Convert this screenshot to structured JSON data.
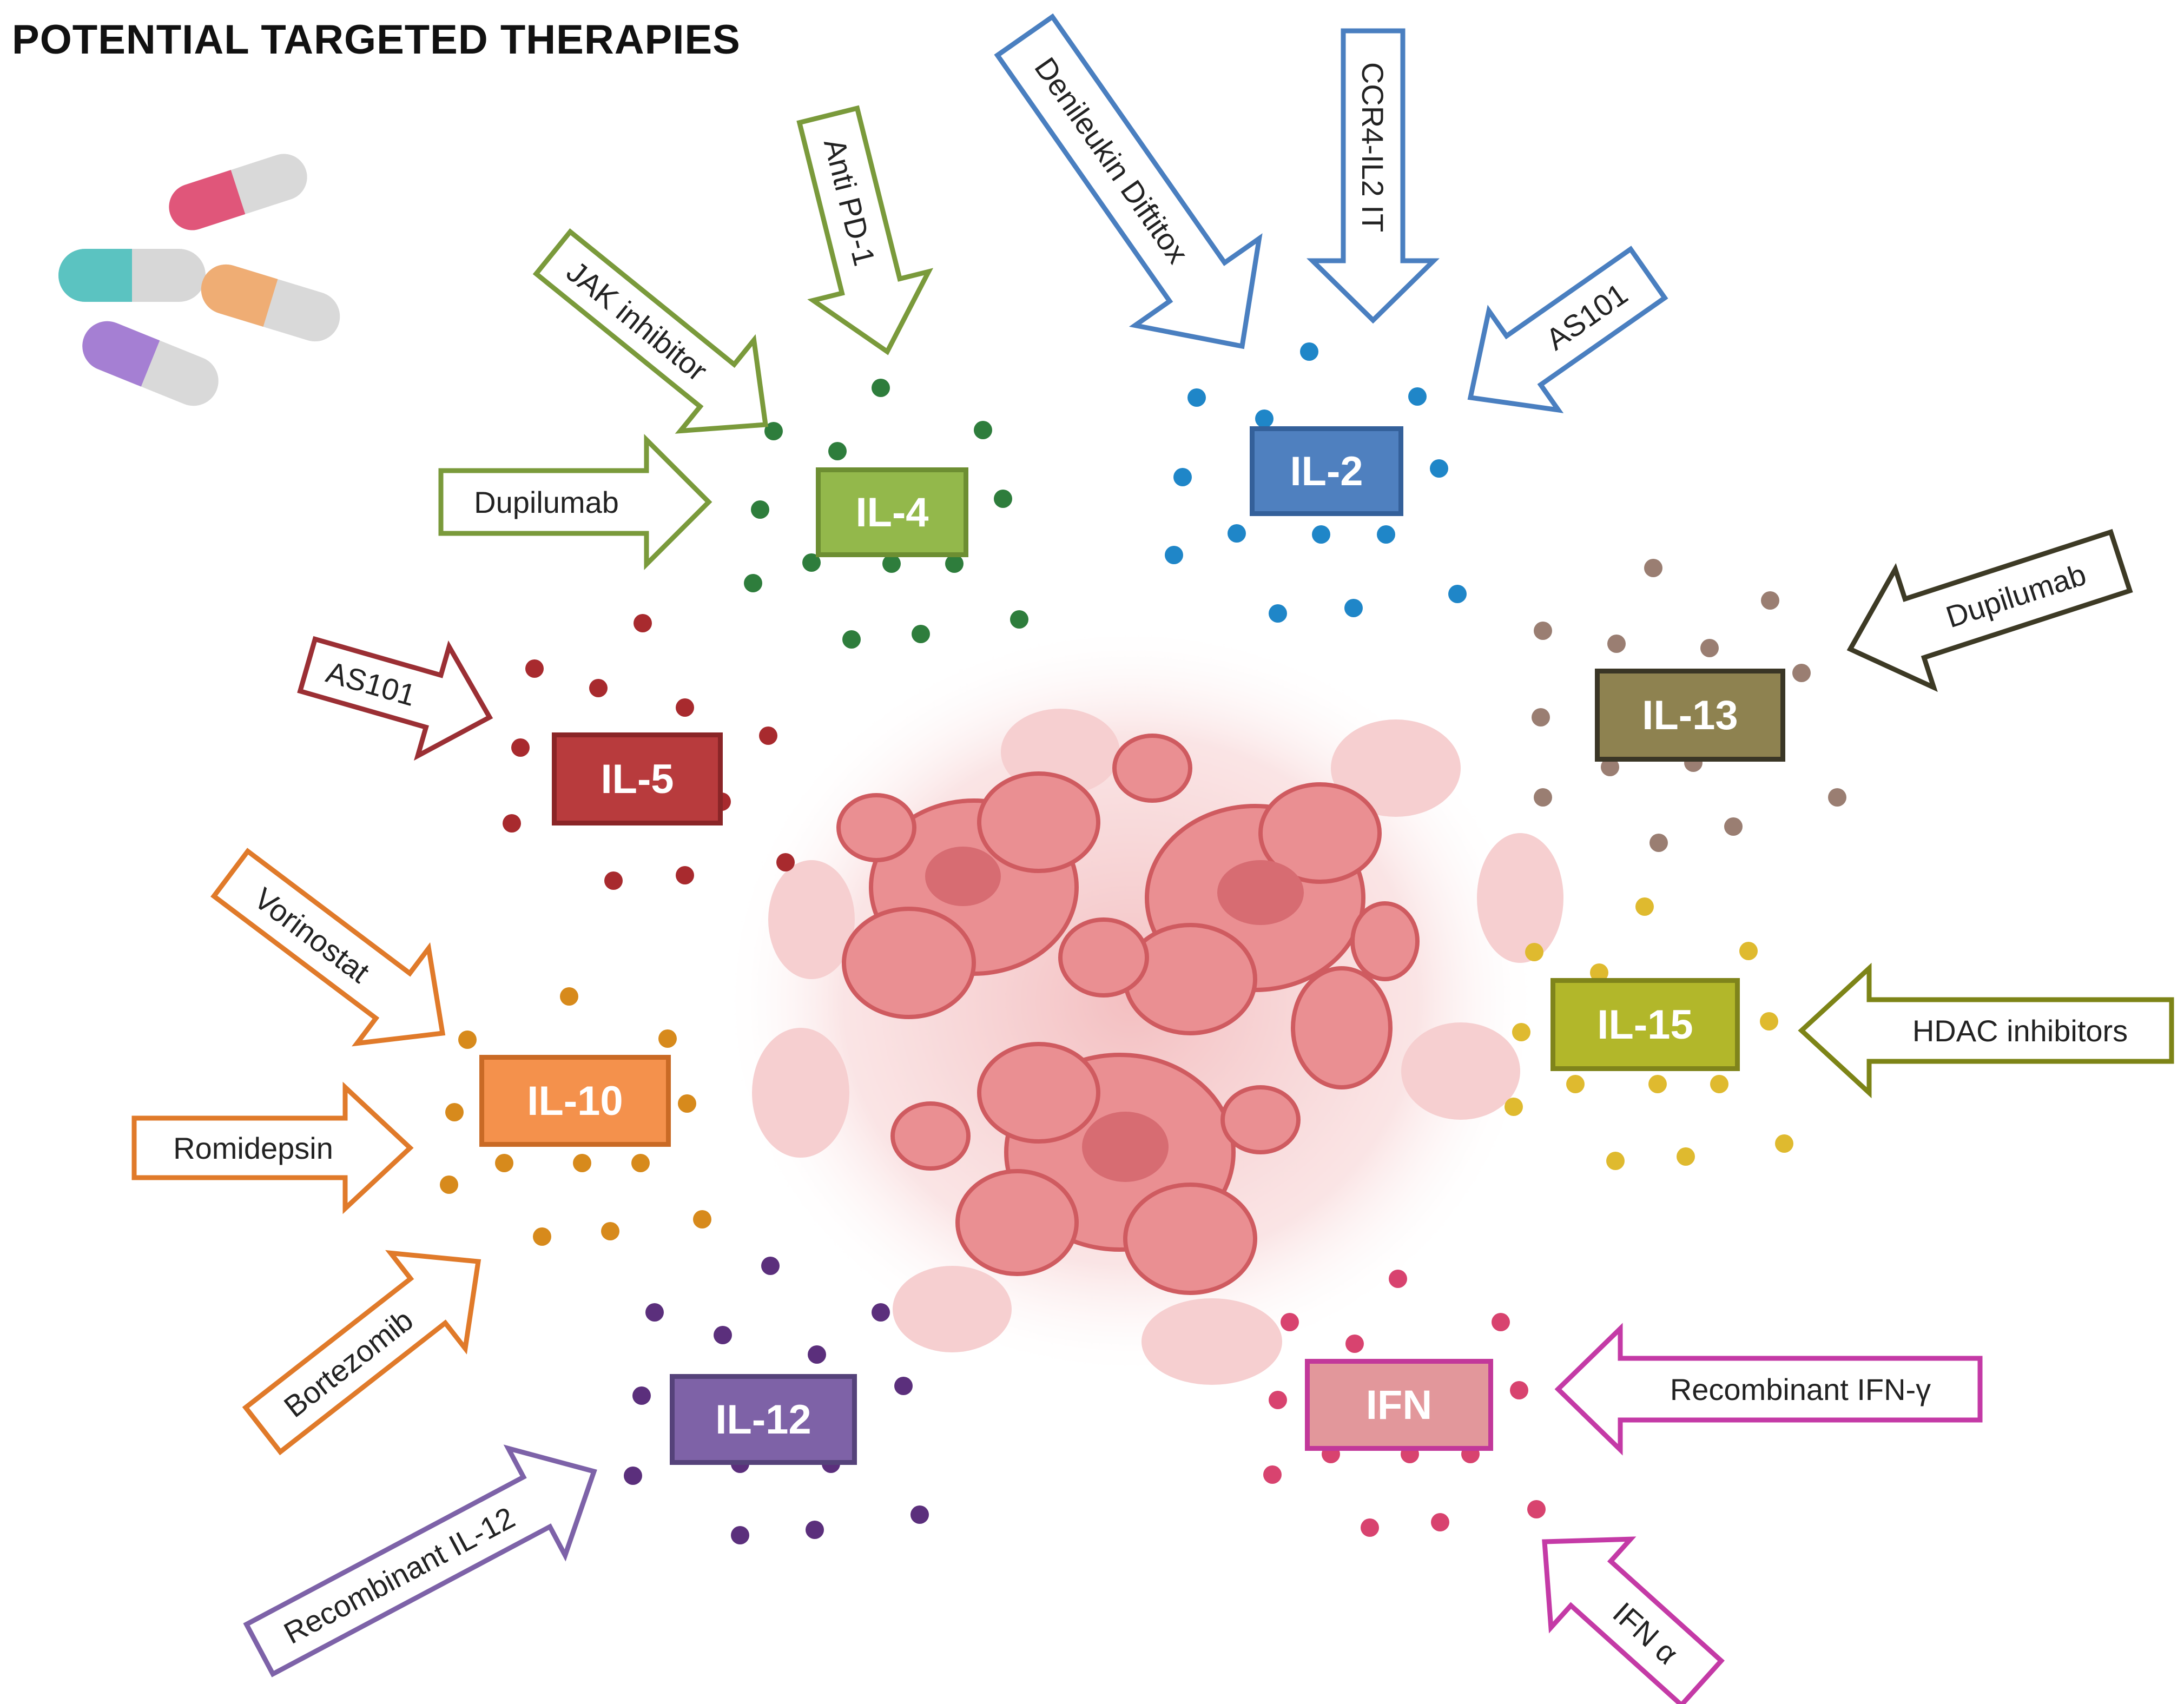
{
  "title": "POTENTIAL TARGETED THERAPIES",
  "colors": {
    "il4": "#93b84b",
    "il4_dots": "#2e7d3c",
    "il2": "#4f80bf",
    "il2_dots": "#1f86c8",
    "il5": "#b83b3d",
    "il5_dots": "#a82a2e",
    "il13": "#8e8250",
    "il13_dots": "#9a7e72",
    "il15": "#b2b72a",
    "il15_dots": "#dfba2f",
    "il10": "#f4914c",
    "il10_dots": "#d78a1c",
    "il12": "#7e62a7",
    "il12_dots": "#5b2f7c",
    "ifn": "#e2979b",
    "ifn_border": "#c2389a",
    "ifn_dots": "#d8436f",
    "tumor": "#ea8f92"
  },
  "icons": [
    "capsule-pills-icon"
  ],
  "cytokines": {
    "il4": "IL-4",
    "il2": "IL-2",
    "il5": "IL-5",
    "il13": "IL-13",
    "il15": "IL-15",
    "il10": "IL-10",
    "il12": "IL-12",
    "ifn": "IFN"
  },
  "therapies": {
    "il4_jak": "JAK inhibitor",
    "il4_pd1": "Anti PD-1",
    "il4_dupilumab": "Dupilumab",
    "il2_denileukin": "Denileukin Diftitox",
    "il2_ccr4": "CCR4-IL2 IT",
    "il2_as101": "AS101",
    "il13_dupilumab": "Dupilumab",
    "il5_as101": "AS101",
    "il15_hdac": "HDAC inhibitors",
    "il10_vorinostat": "Vorinostat",
    "il10_romidepsin": "Romidepsin",
    "il10_bortezomib": "Bortezomib",
    "il12_recombinant": "Recombinant IL-12",
    "ifn_gamma": "Recombinant IFN-γ",
    "ifn_alpha": "IFN α"
  }
}
